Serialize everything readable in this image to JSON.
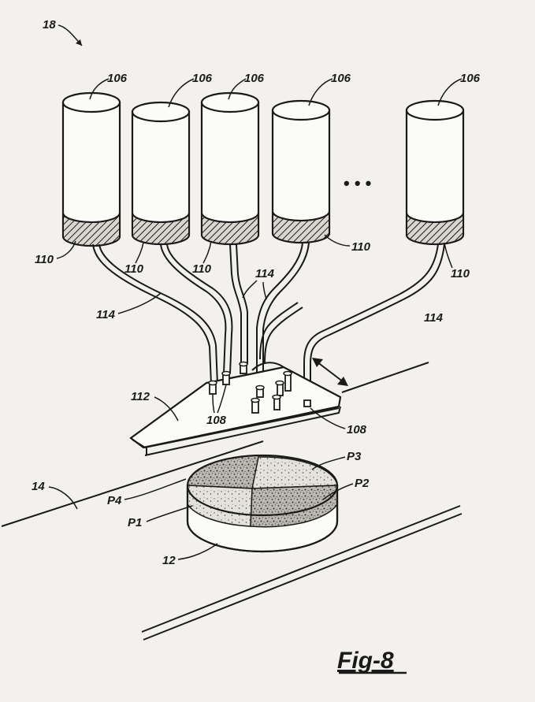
{
  "labels": {
    "system": "18",
    "container": "106",
    "valve": "110",
    "valve_right": "110",
    "valve_right2": "110",
    "conduit": "114",
    "nozzle": "108",
    "manifold": "112",
    "path": "14",
    "substrate": "12",
    "p1": "P1",
    "p2": "P2",
    "p3": "P3",
    "p4": "P4"
  },
  "figure_label": "Fig-8",
  "ellipsis": "• • •"
}
